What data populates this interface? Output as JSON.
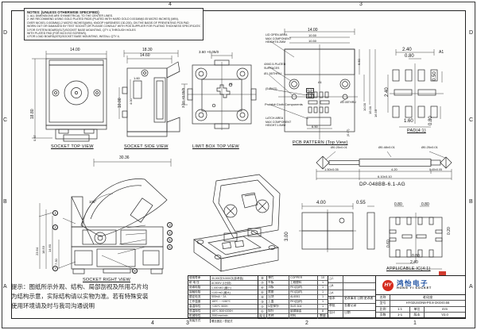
{
  "sheet": {
    "zones_top": [
      "4",
      "3"
    ],
    "zones_bottom": [
      "4",
      "3",
      "2",
      "1"
    ],
    "zones_left": [
      "D",
      "C",
      "B",
      "A"
    ],
    "zones_right": [
      "D",
      "C",
      "B",
      "A"
    ]
  },
  "notes": {
    "title": "NOTES: (UNLESS OTHERWISE SPECIFIED)",
    "lines": [
      "1. ALL DIMENSIONS ARE SYMMETRICAL TO THE CENTER LINES.",
      "2. WE RECOMMEND USING GOLD PLATED PADS (PLATED WITH HARD GOLD 0.001MM(0.05 MICRO INCHES) (MIN),",
      "OVER NICKEL 0.003MM(1.2 MICRO INCHES)(MIN), KNOOP HARDNESS 130-200), ON THE BASIS OF PREVENTING PCB PAD",
      "WORN OUT OR DAMAGED BY TEST SOCKET,OR PLEASE CONSULT WITH PCB SUPPLIER FOR PLATING THICKNESS SPECIFICATION.",
      "3.FOR SYSTEM BOARD(SLT)/SOCKET BASE MOUNTING, QTY 4,THROUGH HOLES",
      "WITH PLATED PAD (FOR M2.5 ISO SCREWS).",
      "4.FOR LOAD BOARD(ATE)/SOCKET BASE MOUNTING, INSTALL QTY 4;"
    ]
  },
  "views": {
    "socket_top": {
      "label": "SOCKET TOP VIEW",
      "dim_width": "14.00",
      "dim_height": "18.80",
      "dim_offset": "0.67"
    },
    "socket_side": {
      "label": "SOCKET SIDE VIEW",
      "dim_total": "18.30",
      "dim_body": "14.60",
      "dim_pin": "1.60",
      "dim_travel": "4.00",
      "dim_height": "10.00"
    },
    "limit_box": {
      "label": "LIMIT BOX TOP VIEW",
      "dim_x": "3.60 +0.05/0",
      "dim_y": "3.10 +0.05/0",
      "pin1": "A1"
    },
    "pcb": {
      "label": "PCB PATTERN (Top View)",
      "dim_top1": "14.00",
      "dim_top2": "10.50",
      "dim_top3": "10.50",
      "dim_hatch": "6.50",
      "dim_r1": "10.00",
      "dim_r2": "15.00",
      "dim_r3": "16.50",
      "dim_c1": "8.00",
      "dim_c2": "8.00",
      "dim_bottom": "6.50",
      "dim_b2": "(0.47)",
      "note_lid1": "LID OPEN AREA",
      "note_lid2": "MAX COMPONENT",
      "note_lid3": "HEIGHT:5.2MM",
      "note_screw1": "4XM2.5-PLATED",
      "note_screw2": "SURFACES",
      "note_hole": "Ø1.55THRU",
      "note_pkg": "(5.PKG)",
      "pin1": "A1",
      "note_hole2": "Ø2.05THRU",
      "note_prohibit": "Prohibit Cloth Components",
      "note_latch1": "LATCH AREA",
      "note_latch2": "MAX COMPONENT",
      "note_latch3": "HEIGHT:1.0MM"
    },
    "pad": {
      "label": "PAD(4:1)",
      "dim_w": "2.40",
      "dim_pitch": "0.80",
      "dim_pw": "0.50",
      "dim_h": "2.40",
      "dim_span": "1.60",
      "dim_ph": "0.80",
      "pin1": "A1"
    },
    "pin": {
      "label": "DP-048BB-6.1-AG",
      "dia_tip": "Ø0.25±0.01",
      "dia_body": "Ø0.48±0.01",
      "dia_tail": "Ø0.25±0.01",
      "dim_tip": "1.50±0.05",
      "dim_body": "4.20",
      "dim_tail": "0.40±0.05",
      "dim_total": "6.10±0.10"
    },
    "socket_right": {
      "label": "SOCKET RIGHT VIEW",
      "dim_width": "30.36",
      "dim_h1": "23.64",
      "dim_h2": "18.53",
      "dim_h3": "14.60",
      "dim_h4": "7.30",
      "angle": "105°",
      "balloons": [
        "1",
        "2",
        "3",
        "4",
        "5",
        "6",
        "7",
        "8"
      ]
    },
    "ic": {
      "label": "APPLICABLE IC(4:1)",
      "dim_w": "4.00",
      "dim_h": "3.00",
      "dim_t": "0.55",
      "dim_p1": "0.80",
      "dim_p2": "0.80",
      "dim_p3": "0.20",
      "dim_p4": "0.60",
      "dim_p5": "0.80",
      "dim_p6": "2.40"
    }
  },
  "cn_note": {
    "line1": "提示：图纸所示外观、结构、局部剖视及所用芯片均",
    "line2": "为结构示意，实际结构请以实物为准。若有特殊安装",
    "line3": "使用环境请及时与我司沟通说明"
  },
  "title_block": {
    "specs": [
      {
        "label": "使用寿命",
        "value": "30,000次/10000次(参考值)"
      },
      {
        "label": "耐 电 压",
        "value": "AC500V (1分钟)"
      },
      {
        "label": "绝缘电阻",
        "value": "1,000 MΩ (最小)"
      },
      {
        "label": "接触电阻",
        "value": "<100 mΩ (最大)"
      },
      {
        "label": "额定电流",
        "value": "500mA ~ 2A"
      },
      {
        "label": "工作温度",
        "value": "-65℃ ~ +150℃"
      },
      {
        "label": "高温特性",
        "value": "+150℃  500H"
      },
      {
        "label": "低温特性",
        "value": "-65℃  500H/200H"
      },
      {
        "label": "机械特性",
        "value": "2000 mm/min"
      },
      {
        "label": "安装方式",
        "value": "螺丝固定 / 表贴式"
      }
    ],
    "parts": [
      {
        "no": "⑧",
        "name": "弹片",
        "material": "COPPER",
        "qty": "10"
      },
      {
        "no": "⑦",
        "name": "平板",
        "material": "工程塑料",
        "qty": "1"
      },
      {
        "no": "⑥",
        "name": "顶板",
        "material": "PEI(加纤)",
        "qty": "1"
      },
      {
        "no": "⑤",
        "name": "底座",
        "material": "PEI(加纤)",
        "qty": "1"
      },
      {
        "no": "④",
        "name": "压块",
        "material": "AL6061",
        "qty": "1"
      },
      {
        "no": "③",
        "name": "上盖",
        "material": "PEI(加纤)",
        "qty": "1"
      },
      {
        "no": "②",
        "name": "N型探针",
        "material": "SUS 304",
        "qty": "1"
      },
      {
        "no": "①",
        "name": "探针",
        "material": "铍铜镀金",
        "qty": "8"
      }
    ],
    "parts_header": {
      "no": "序号",
      "name": "名称",
      "material": "材料",
      "qty": "数量"
    },
    "rev": {
      "c": "△C",
      "b": "△B",
      "a": "△A",
      "version": "版本",
      "approve": "审批",
      "design": "设计",
      "change_header": "更改事项 日期 更改者",
      "record": "签署记录",
      "date": "日期"
    },
    "brand": {
      "logo_text": "HY",
      "cn_name": "鸿怡电子",
      "en_name": "HONG YI SOCKET"
    },
    "fields": {
      "name_label": "名称",
      "name_value": "老化座",
      "model_label": "型号",
      "model_value": "HY02USON8-P0.8-3X4X0.55",
      "scale_label": "比例",
      "scale_value": "1:1",
      "unit_label": "单位",
      "unit_value": "mm",
      "sheet_label": "页数",
      "sheet_value": "1-1",
      "version_label": "版本",
      "version_value": "V2.0"
    },
    "colors": {
      "logo_red": "#d52b1e",
      "brand_blue": "#1c4fa1"
    }
  }
}
